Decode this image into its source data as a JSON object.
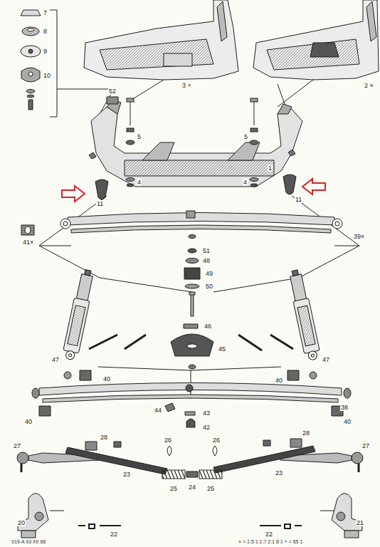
{
  "diagram": {
    "labels": [
      "7",
      "8",
      "9",
      "10",
      "3 +",
      "2 ×",
      "52",
      "5",
      "5",
      "1",
      "4",
      "4",
      "11",
      "11",
      "41×",
      "39×",
      "51",
      "48",
      "49",
      "50",
      "46",
      "45",
      "47",
      "47",
      "40",
      "40",
      "40",
      "40",
      "38",
      "44",
      "43",
      "42",
      "28",
      "28",
      "27",
      "27",
      "26",
      "26",
      "23",
      "23",
      "25",
      "25",
      "24",
      "22",
      "22",
      "20",
      "21",
      "019-A 93 XII 68",
      "× = 1:5 1:1:7 2:1 8 1 + = 65 1"
    ]
  }
}
